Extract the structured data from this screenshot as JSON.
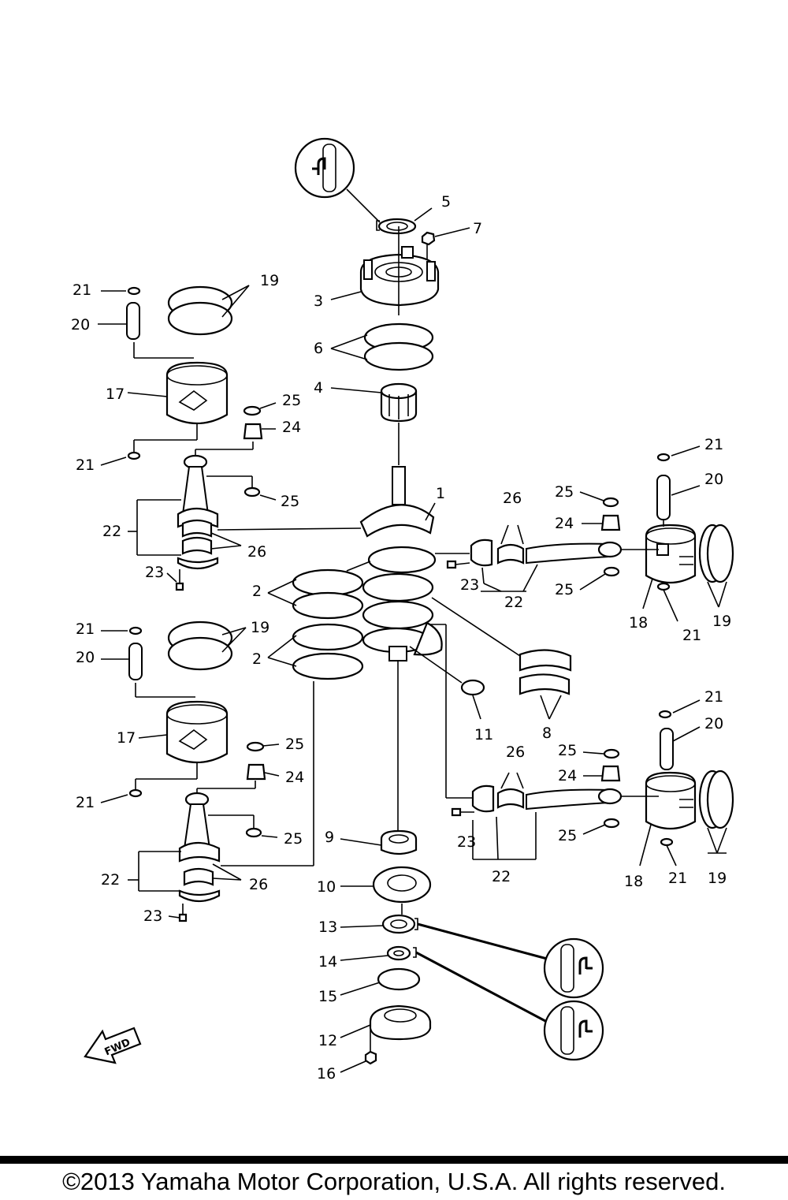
{
  "labels": [
    {
      "id": "1",
      "text": "1"
    },
    {
      "id": "2a",
      "text": "2"
    },
    {
      "id": "2b",
      "text": "2"
    },
    {
      "id": "3",
      "text": "3"
    },
    {
      "id": "4",
      "text": "4"
    },
    {
      "id": "5",
      "text": "5"
    },
    {
      "id": "6",
      "text": "6"
    },
    {
      "id": "7",
      "text": "7"
    },
    {
      "id": "8",
      "text": "8"
    },
    {
      "id": "9",
      "text": "9"
    },
    {
      "id": "10",
      "text": "10"
    },
    {
      "id": "11",
      "text": "11"
    },
    {
      "id": "12",
      "text": "12"
    },
    {
      "id": "13",
      "text": "13"
    },
    {
      "id": "14",
      "text": "14"
    },
    {
      "id": "15",
      "text": "15"
    },
    {
      "id": "16",
      "text": "16"
    },
    {
      "id": "17a",
      "text": "17"
    },
    {
      "id": "17b",
      "text": "17"
    },
    {
      "id": "18a",
      "text": "18"
    },
    {
      "id": "18b",
      "text": "18"
    },
    {
      "id": "19a",
      "text": "19"
    },
    {
      "id": "19b",
      "text": "19"
    },
    {
      "id": "19c",
      "text": "19"
    },
    {
      "id": "19d",
      "text": "19"
    },
    {
      "id": "20a",
      "text": "20"
    },
    {
      "id": "20b",
      "text": "20"
    },
    {
      "id": "20c",
      "text": "20"
    },
    {
      "id": "20d",
      "text": "20"
    },
    {
      "id": "21a",
      "text": "21"
    },
    {
      "id": "21b",
      "text": "21"
    },
    {
      "id": "21c",
      "text": "21"
    },
    {
      "id": "21d",
      "text": "21"
    },
    {
      "id": "21e",
      "text": "21"
    },
    {
      "id": "21f",
      "text": "21"
    },
    {
      "id": "21g",
      "text": "21"
    },
    {
      "id": "21h",
      "text": "21"
    },
    {
      "id": "22a",
      "text": "22"
    },
    {
      "id": "22b",
      "text": "22"
    },
    {
      "id": "22c",
      "text": "22"
    },
    {
      "id": "22d",
      "text": "22"
    },
    {
      "id": "23a",
      "text": "23"
    },
    {
      "id": "23b",
      "text": "23"
    },
    {
      "id": "23c",
      "text": "23"
    },
    {
      "id": "23d",
      "text": "23"
    },
    {
      "id": "24a",
      "text": "24"
    },
    {
      "id": "24b",
      "text": "24"
    },
    {
      "id": "24c",
      "text": "24"
    },
    {
      "id": "24d",
      "text": "24"
    },
    {
      "id": "25a",
      "text": "25"
    },
    {
      "id": "25b",
      "text": "25"
    },
    {
      "id": "25c",
      "text": "25"
    },
    {
      "id": "25d",
      "text": "25"
    },
    {
      "id": "25e",
      "text": "25"
    },
    {
      "id": "25f",
      "text": "25"
    },
    {
      "id": "25g",
      "text": "25"
    },
    {
      "id": "25h",
      "text": "25"
    },
    {
      "id": "26a",
      "text": "26"
    },
    {
      "id": "26b",
      "text": "26"
    },
    {
      "id": "26c",
      "text": "26"
    },
    {
      "id": "26d",
      "text": "26"
    }
  ],
  "direction_marker": "FWD",
  "footer": {
    "copyright": "©2013 Yamaha Motor Corporation, U.S.A. All rights reserved."
  }
}
